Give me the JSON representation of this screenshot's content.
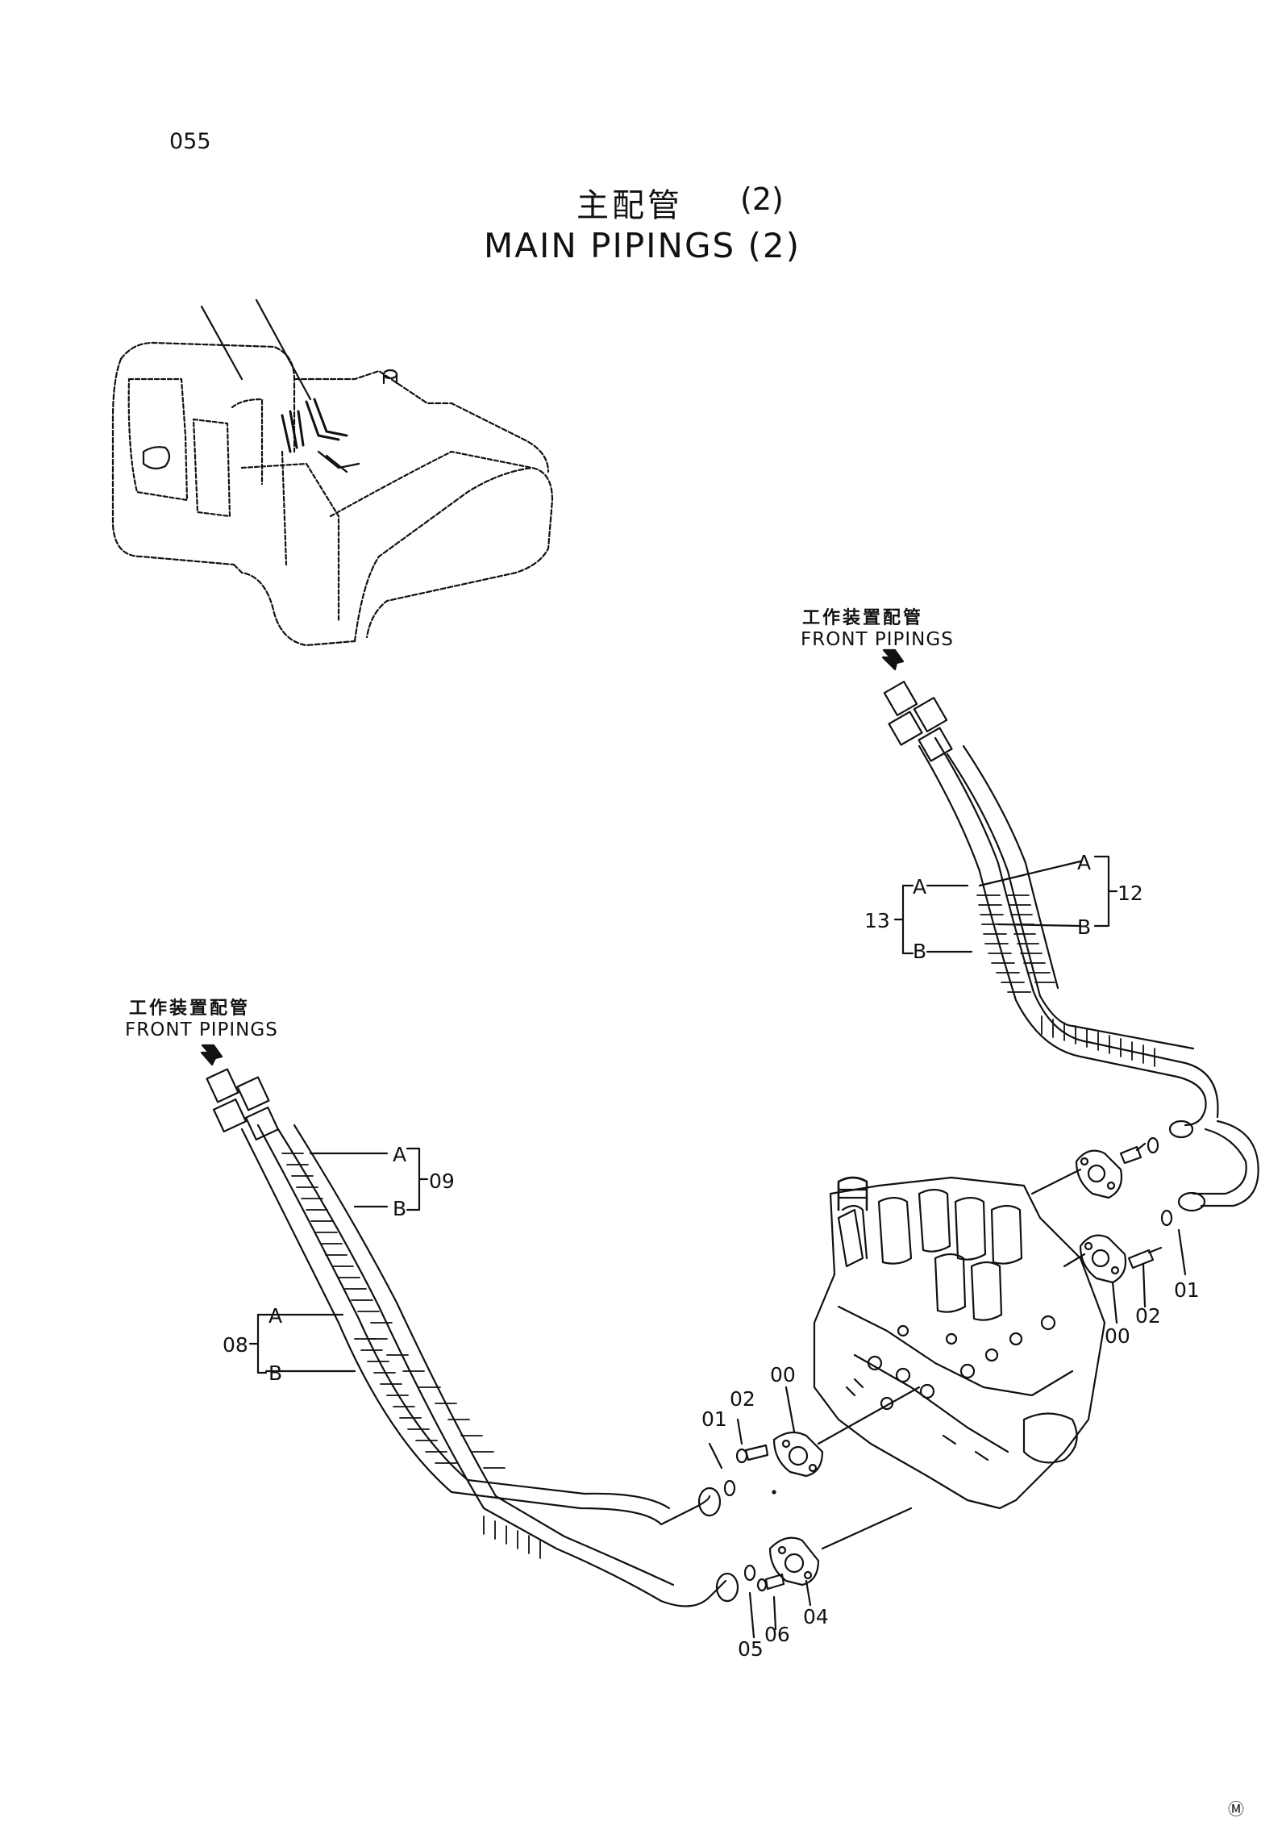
{
  "page_number": "055",
  "title_jp": "主配管",
  "title_jp_num": "(2)",
  "title_en": "MAIN PIPINGS (2)",
  "front_upper": {
    "jp": "工作装置配管",
    "en": "FRONT PIPINGS"
  },
  "front_left": {
    "jp": "工作装置配管",
    "en": "FRONT PIPINGS"
  },
  "callouts": {
    "A": "A",
    "B": "B",
    "n12": "12",
    "n13": "13",
    "n09": "09",
    "n08": "08",
    "n01": "01",
    "n02": "02",
    "n00": "00",
    "n04": "04",
    "n05": "05",
    "n06": "06"
  },
  "corner_mark": "Ⓜ"
}
